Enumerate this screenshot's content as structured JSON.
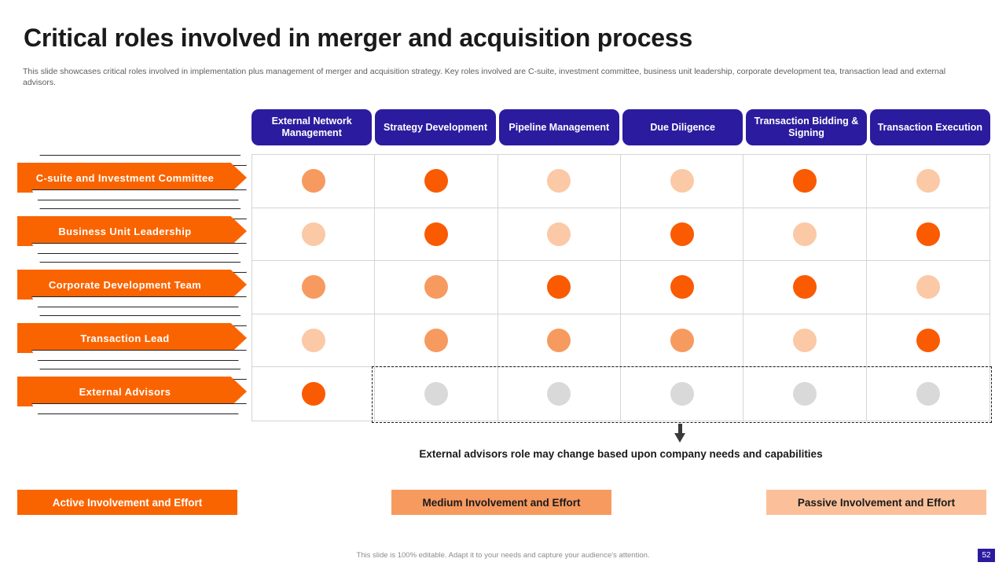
{
  "slide": {
    "title": "Critical roles involved in merger and acquisition process",
    "subtitle": "This slide showcases critical roles involved in implementation plus management of merger and acquisition strategy. Key roles involved are C-suite, investment committee, business unit leadership, corporate development tea, transaction lead and external advisors.",
    "note": "External advisors role may change based upon company needs and capabilities",
    "footer_note": "This slide is 100% editable. Adapt it to your needs and capture your audience's attention.",
    "page_number": "52"
  },
  "colors": {
    "header_purple": "#2b1b9e",
    "active_orange": "#FA5A00",
    "arrow_orange": "#FA6400",
    "medium_orange": "#F79A5F",
    "passive_orange": "#FBC9A6",
    "none_gray": "#D9D9D9"
  },
  "columns": [
    {
      "label": "External Network Management"
    },
    {
      "label": "Strategy Development"
    },
    {
      "label": "Pipeline Management"
    },
    {
      "label": "Due Diligence"
    },
    {
      "label": "Transaction Bidding & Signing"
    },
    {
      "label": "Transaction Execution"
    }
  ],
  "rows": [
    {
      "label": "C-suite and Investment Committee"
    },
    {
      "label": "Business Unit Leadership"
    },
    {
      "label": "Corporate Development Team"
    },
    {
      "label": "Transaction Lead"
    },
    {
      "label": "External Advisors"
    }
  ],
  "chart_data": {
    "type": "heatmap",
    "title": "Critical roles involved in merger and acquisition process",
    "xlabel": "",
    "ylabel": "",
    "categories": [
      "External Network Management",
      "Strategy Development",
      "Pipeline Management",
      "Due Diligence",
      "Transaction Bidding & Signing",
      "Transaction Execution"
    ],
    "rows": [
      "C-suite and Investment Committee",
      "Business Unit Leadership",
      "Corporate Development Team",
      "Transaction Lead",
      "External Advisors"
    ],
    "levels": [
      {
        "key": "active",
        "label": "Active Involvement and Effort",
        "color": "#FA5A00"
      },
      {
        "key": "medium",
        "label": "Medium Involvement and Effort",
        "color": "#F79A5F"
      },
      {
        "key": "passive",
        "label": "Passive Involvement and Effort",
        "color": "#FBC9A6"
      },
      {
        "key": "none",
        "label": "",
        "color": "#D9D9D9"
      }
    ],
    "values": [
      [
        "medium",
        "active",
        "passive",
        "passive",
        "active",
        "passive"
      ],
      [
        "passive",
        "active",
        "passive",
        "active",
        "passive",
        "active"
      ],
      [
        "medium",
        "medium",
        "active",
        "active",
        "active",
        "passive"
      ],
      [
        "passive",
        "medium",
        "medium",
        "medium",
        "passive",
        "active"
      ],
      [
        "active",
        "none",
        "none",
        "none",
        "none",
        "none"
      ]
    ],
    "legend_position": "bottom",
    "grid": true,
    "annotation": "External advisors role may change based upon company needs and capabilities"
  },
  "legend": [
    {
      "label": "Active Involvement and Effort"
    },
    {
      "label": "Medium Involvement and Effort"
    },
    {
      "label": "Passive Involvement and Effort"
    }
  ]
}
